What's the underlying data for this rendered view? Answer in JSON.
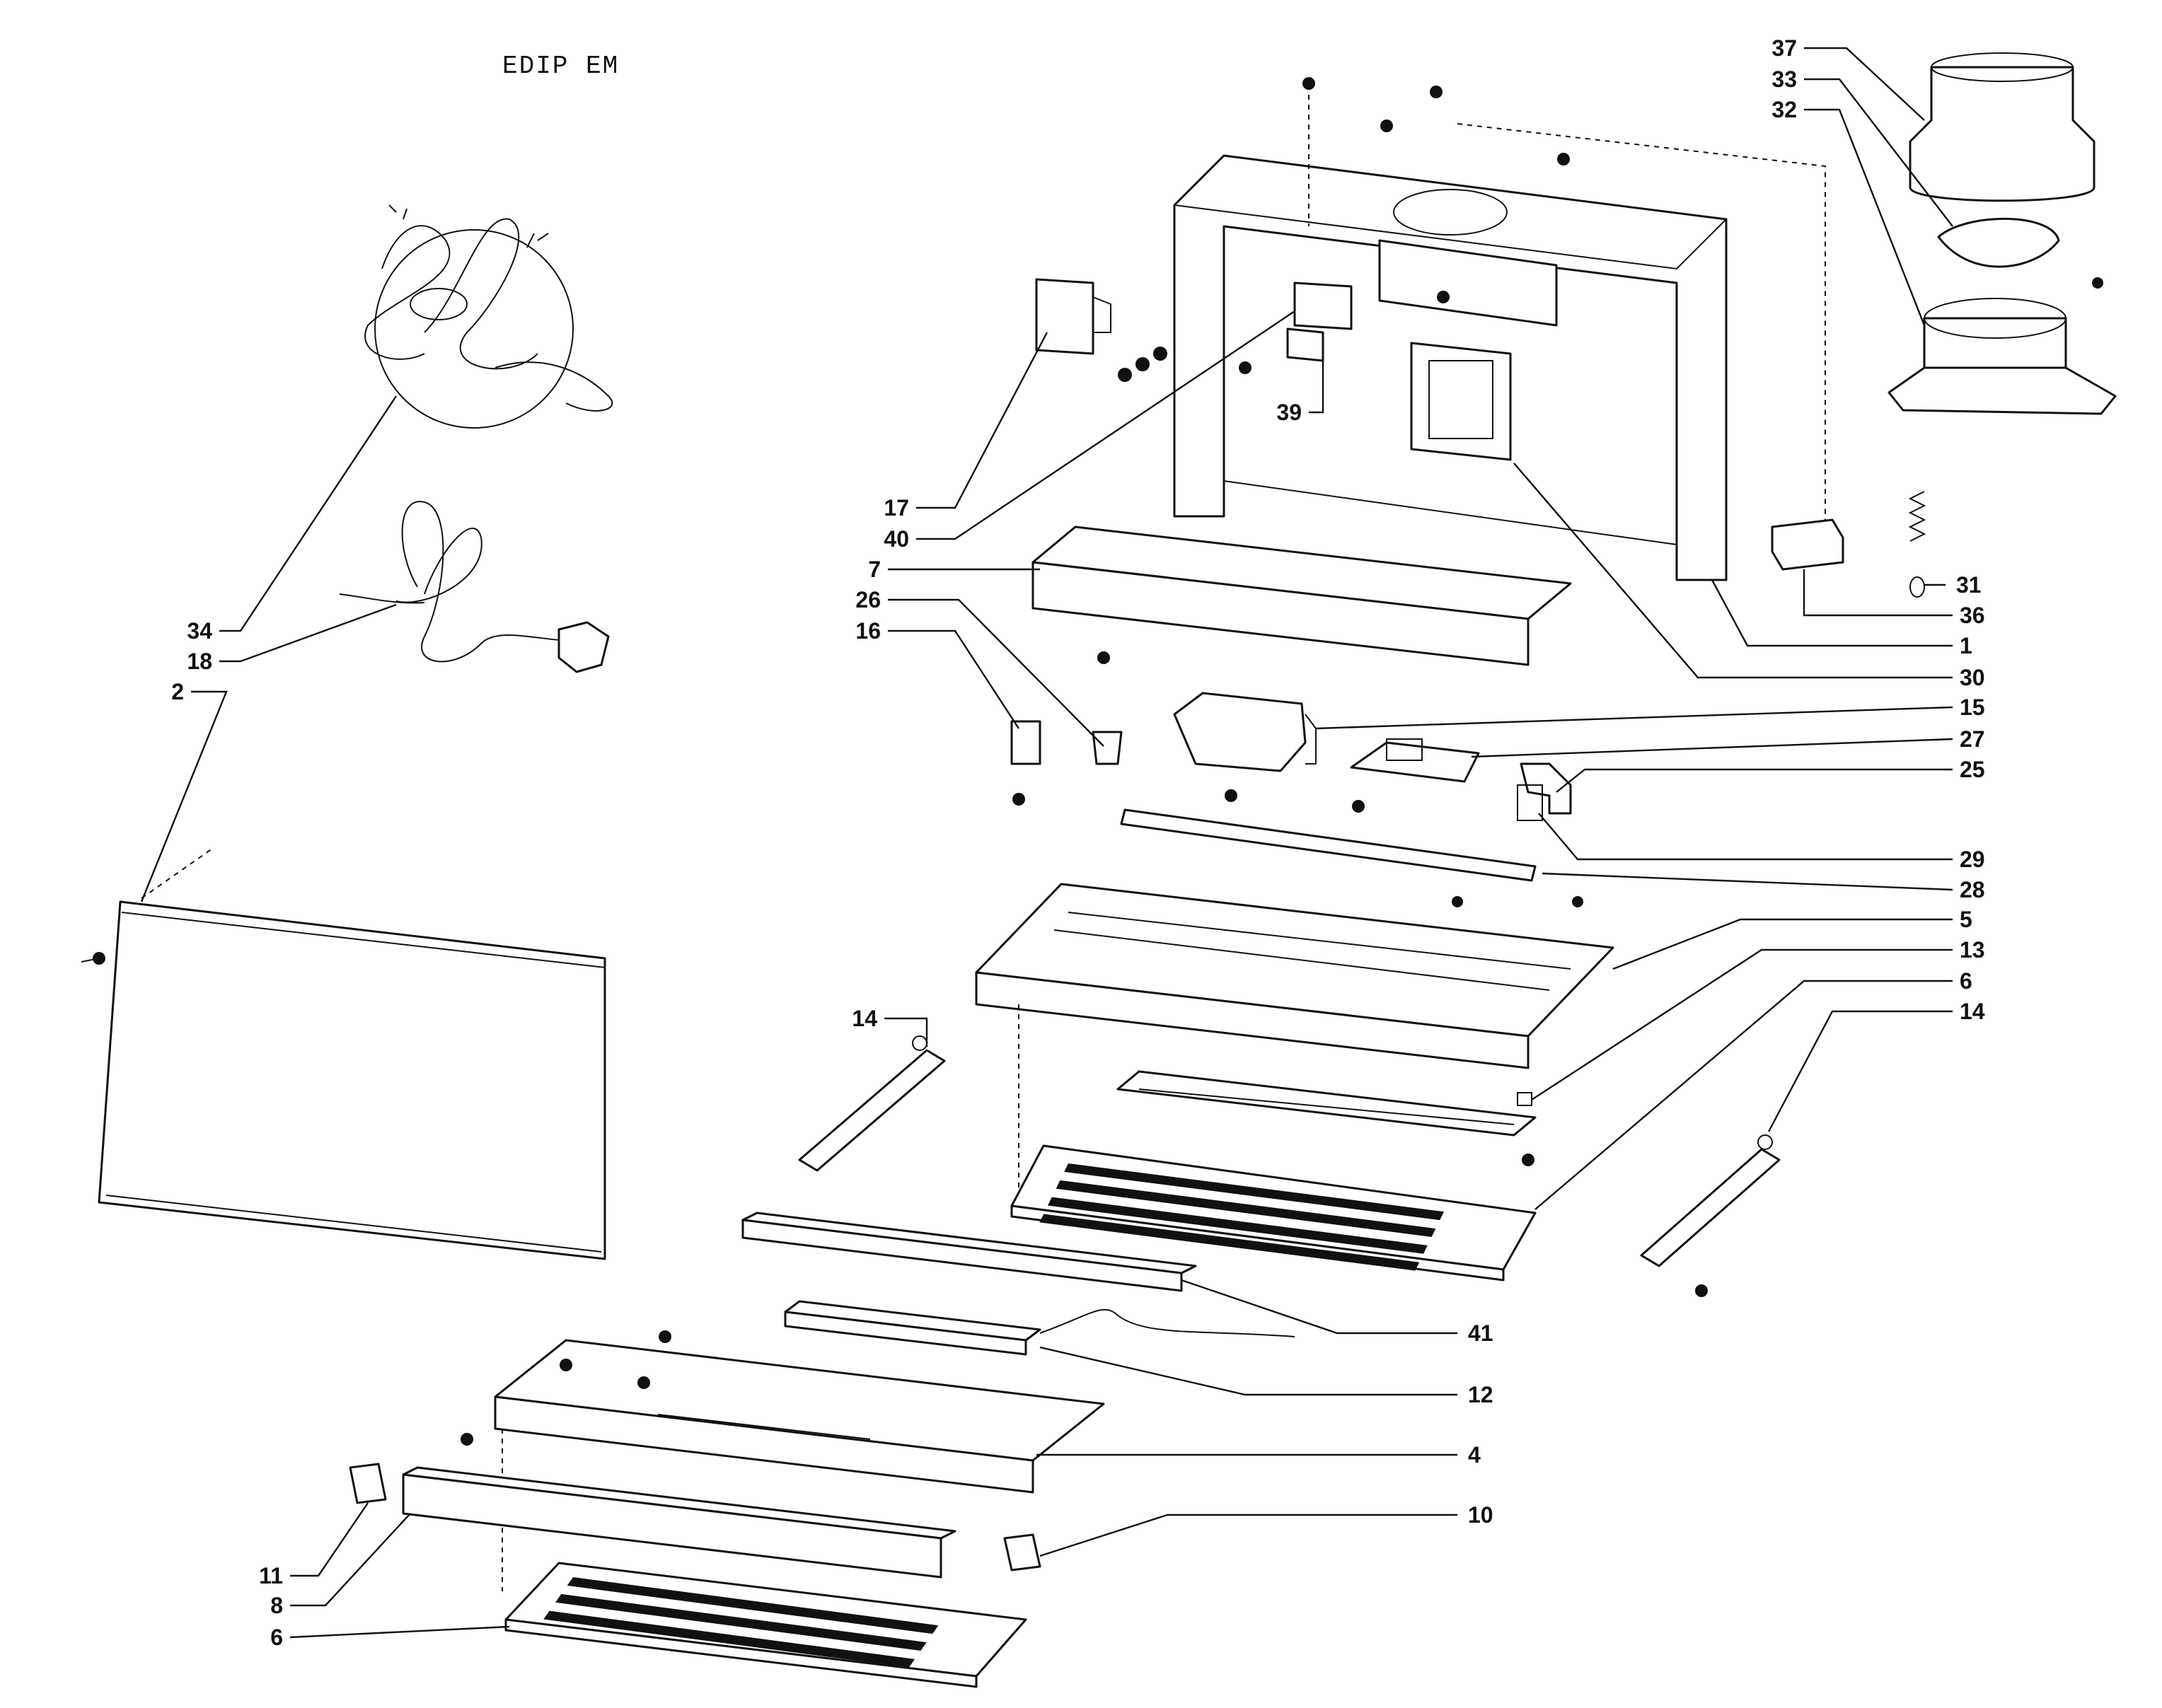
{
  "title": "EDIP EM",
  "callouts": [
    {
      "id": "37",
      "label": "37"
    },
    {
      "id": "33",
      "label": "33"
    },
    {
      "id": "32",
      "label": "32"
    },
    {
      "id": "39",
      "label": "39"
    },
    {
      "id": "17",
      "label": "17"
    },
    {
      "id": "40",
      "label": "40"
    },
    {
      "id": "7",
      "label": "7"
    },
    {
      "id": "26",
      "label": "26"
    },
    {
      "id": "16",
      "label": "16"
    },
    {
      "id": "34",
      "label": "34"
    },
    {
      "id": "18",
      "label": "18"
    },
    {
      "id": "2",
      "label": "2"
    },
    {
      "id": "31",
      "label": "31"
    },
    {
      "id": "36",
      "label": "36"
    },
    {
      "id": "1",
      "label": "1"
    },
    {
      "id": "30",
      "label": "30"
    },
    {
      "id": "15",
      "label": "15"
    },
    {
      "id": "27",
      "label": "27"
    },
    {
      "id": "25",
      "label": "25"
    },
    {
      "id": "29",
      "label": "29"
    },
    {
      "id": "28",
      "label": "28"
    },
    {
      "id": "5",
      "label": "5"
    },
    {
      "id": "13",
      "label": "13"
    },
    {
      "id": "6a",
      "label": "6"
    },
    {
      "id": "14a",
      "label": "14"
    },
    {
      "id": "14b",
      "label": "14"
    },
    {
      "id": "41",
      "label": "41"
    },
    {
      "id": "12",
      "label": "12"
    },
    {
      "id": "4",
      "label": "4"
    },
    {
      "id": "10",
      "label": "10"
    },
    {
      "id": "11",
      "label": "11"
    },
    {
      "id": "8",
      "label": "8"
    },
    {
      "id": "6b",
      "label": "6"
    }
  ]
}
